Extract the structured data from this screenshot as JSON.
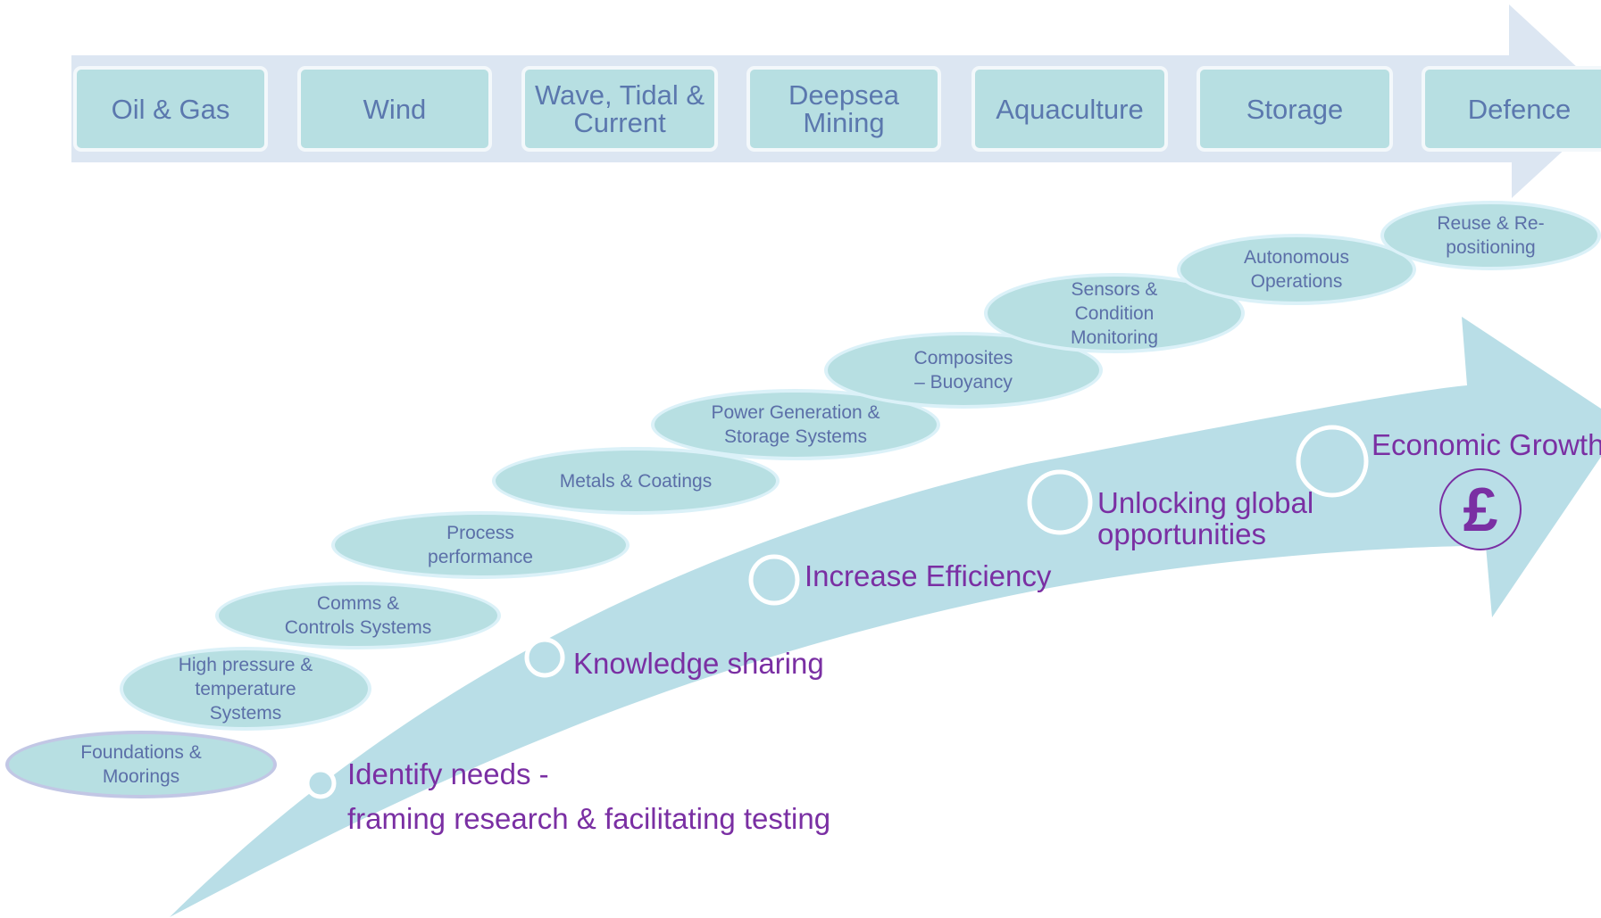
{
  "sectors": [
    "Oil & Gas",
    "Wind",
    "Wave, Tidal & Current",
    "Deepsea Mining",
    "Aquaculture",
    "Storage",
    "Defence"
  ],
  "technologies": [
    "Foundations & Moorings",
    "High pressure & temperature Systems",
    "Comms & Controls Systems",
    "Process performance",
    "Metals & Coatings",
    "Power Generation & Storage Systems",
    "Composites – Buoyancy",
    "Sensors & Condition Monitoring",
    "Autonomous Operations",
    "Reuse & Re-positioning"
  ],
  "steps": [
    {
      "line1": "Identify  needs -",
      "line2": "framing research & facilitating testing"
    },
    {
      "line1": "Knowledge sharing"
    },
    {
      "line1": "Increase  Efficiency"
    },
    {
      "line1": "Unlocking global",
      "line2": "opportunities"
    },
    {
      "line1": "Economic Growth"
    }
  ],
  "pound_symbol": "£",
  "colors": {
    "arrow_fill": "#b9dee7",
    "box_fill": "#b7dfe2",
    "sector_text": "#5b78ae",
    "oval_text": "#5b6fa8",
    "step_text": "#7a2fa3",
    "band_fill": "#dce6f2"
  }
}
